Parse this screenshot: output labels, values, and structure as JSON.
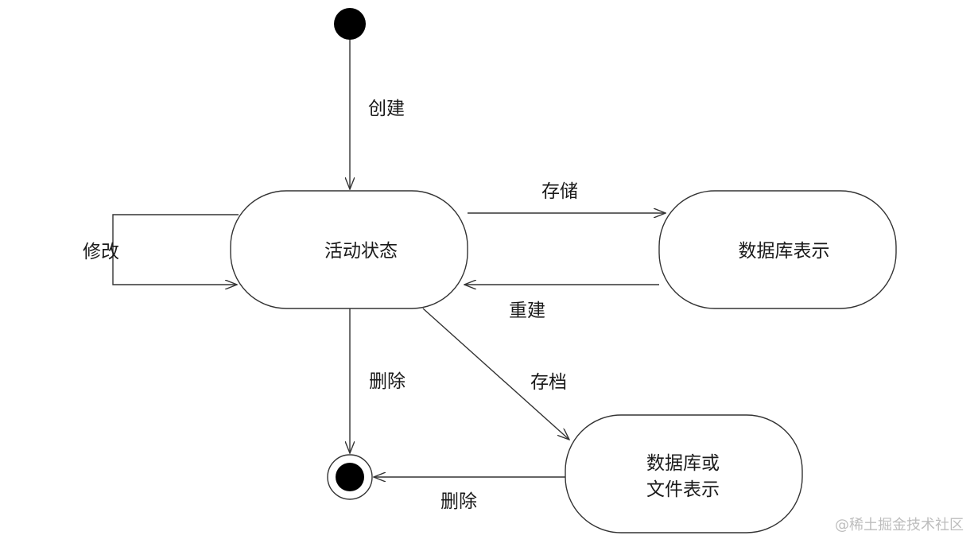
{
  "diagram": {
    "type": "state-diagram",
    "states": {
      "active": "活动状态",
      "database": "数据库表示",
      "archive_line1": "数据库或",
      "archive_line2": "文件表示"
    },
    "transitions": {
      "create": "创建",
      "modify": "修改",
      "store": "存储",
      "rebuild": "重建",
      "delete_from_active": "删除",
      "archive": "存档",
      "delete_from_archive": "删除"
    }
  },
  "watermark": "@稀土掘金技术社区",
  "colors": {
    "stroke": "#333333",
    "text": "#1a1a1a",
    "fill": "#ffffff",
    "watermark": "#bdbdbd"
  }
}
